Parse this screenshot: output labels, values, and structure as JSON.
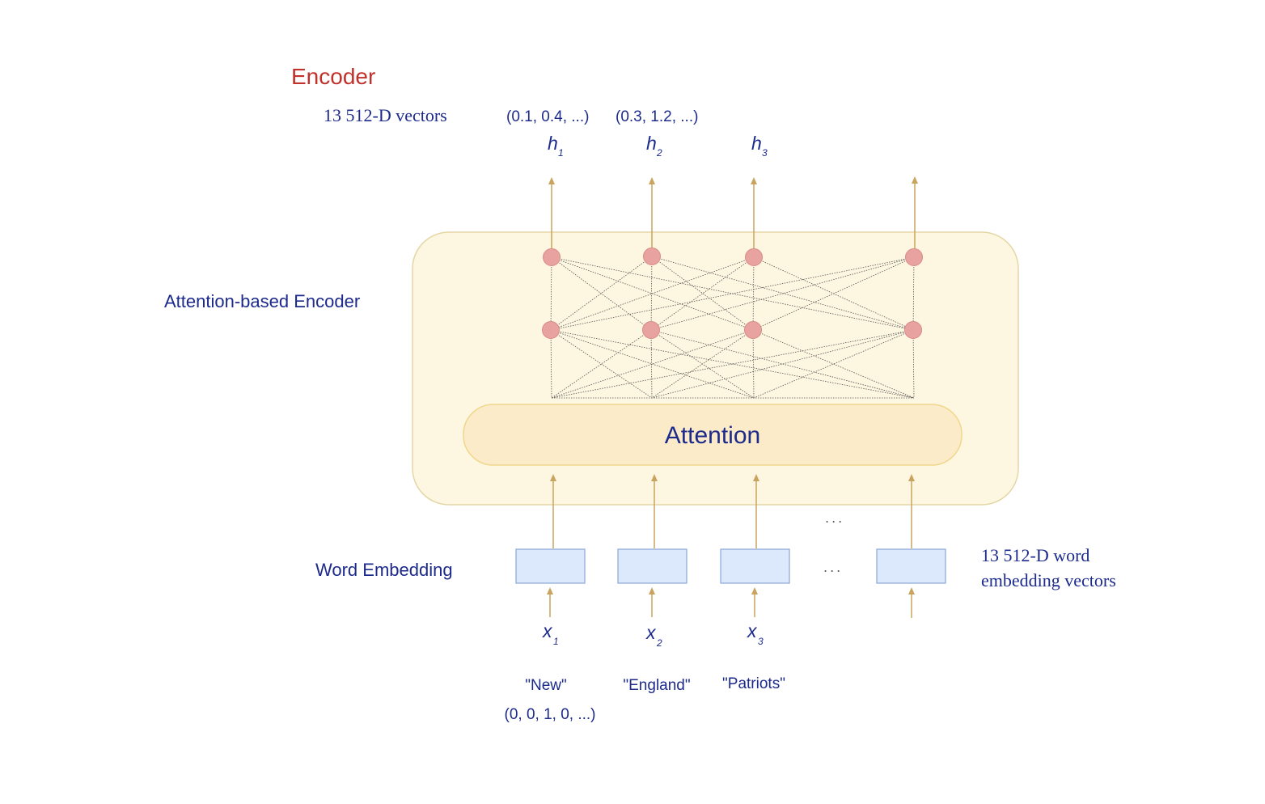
{
  "title": "Encoder",
  "output_vectors_label": "13 512-D vectors",
  "output_vector_values": [
    "(0.1, 0.4, ...)",
    "(0.3, 1.2, ...)"
  ],
  "hidden_states": [
    {
      "symbol": "h",
      "subscript": "1"
    },
    {
      "symbol": "h",
      "subscript": "2"
    },
    {
      "symbol": "h",
      "subscript": "3"
    }
  ],
  "encoder_label": "Attention-based Encoder",
  "attention_label": "Attention",
  "embedding_label": "Word Embedding",
  "embedding_vectors_label": [
    "13 512-D word",
    "embedding vectors"
  ],
  "inputs": [
    {
      "symbol": "x",
      "subscript": "1",
      "word": "\"New\"",
      "one_hot": "(0, 0, 1, 0, ...)"
    },
    {
      "symbol": "x",
      "subscript": "2",
      "word": "\"England\""
    },
    {
      "symbol": "x",
      "subscript": "3",
      "word": "\"Patriots\""
    }
  ],
  "ellipsis": "...",
  "colors": {
    "title": "#c0322b",
    "text": "#1c2a8c",
    "encoder_fill": "#fdf7e1",
    "encoder_stroke": "#e5d6a6",
    "attention_fill": "#fcebc9",
    "attention_stroke": "#f0d78c",
    "node_fill": "#e8a3a0",
    "node_stroke": "#d98a87",
    "arrow": "#c9a45e",
    "embedding_fill": "#dce8fb",
    "embedding_stroke": "#8aa6d6",
    "connection": "#555555"
  }
}
